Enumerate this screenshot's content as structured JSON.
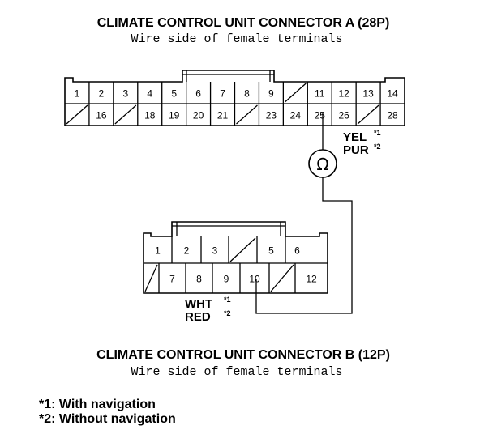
{
  "connector_a": {
    "title": "CLIMATE CONTROL UNIT CONNECTOR A (28P)",
    "subtitle": "Wire side of female terminals",
    "row1": [
      "1",
      "2",
      "3",
      "4",
      "5",
      "6",
      "7",
      "8",
      "9",
      "",
      "11",
      "12",
      "13",
      "14"
    ],
    "row2": [
      "",
      "16",
      "",
      "18",
      "19",
      "20",
      "21",
      "",
      "23",
      "24",
      "25",
      "26",
      "",
      "28"
    ],
    "wire_color_1": "YEL",
    "wire_color_1_note": "*1",
    "wire_color_2": "PUR",
    "wire_color_2_note": "*2"
  },
  "connector_b": {
    "title": "CLIMATE CONTROL UNIT CONNECTOR B (12P)",
    "subtitle": "Wire side of female terminals",
    "row1": [
      "1",
      "2",
      "3",
      "",
      "5",
      "6"
    ],
    "row2": [
      "",
      "7",
      "8",
      "9",
      "10",
      "",
      "12"
    ],
    "wire_color_1": "WHT",
    "wire_color_1_note": "*1",
    "wire_color_2": "RED",
    "wire_color_2_note": "*2"
  },
  "meter": {
    "symbol": "Ω",
    "icon": "ohmmeter-icon"
  },
  "notes": [
    "*1: With navigation",
    "*2: Without navigation"
  ]
}
